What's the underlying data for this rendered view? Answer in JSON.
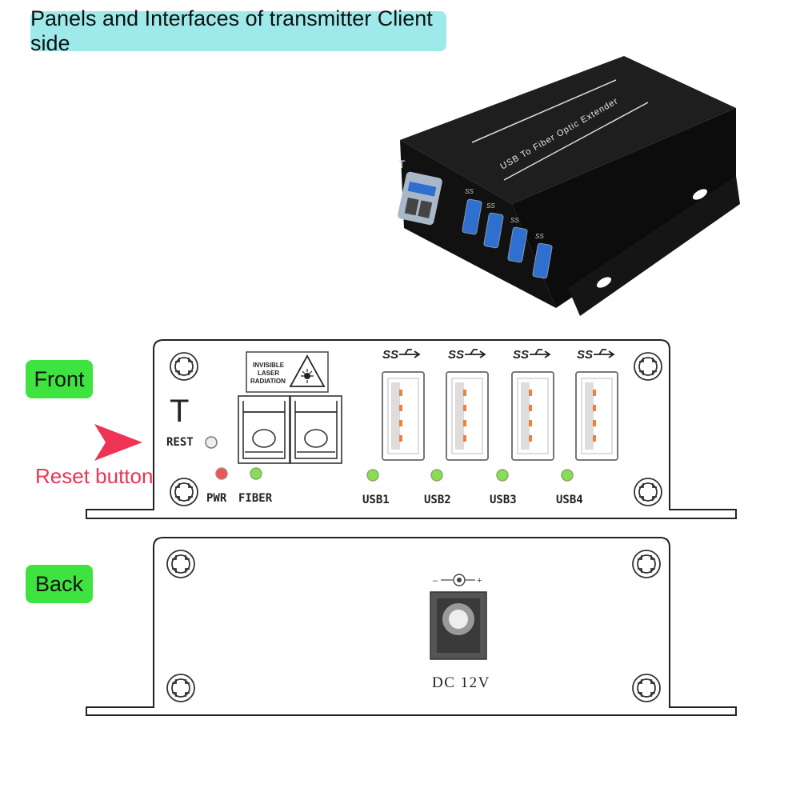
{
  "title": "Panels and Interfaces of transmitter Client side",
  "product_label": "USB To Fiber Optic Extender",
  "front": {
    "tag": "Front",
    "t_mark": "T",
    "rest_label": "REST",
    "laser_warning": [
      "INVISIBLE",
      "LASER",
      "RADIATION"
    ],
    "led_labels": {
      "pwr": "PWR",
      "fiber": "FIBER"
    },
    "usb_logo": "SS",
    "usb_ports": [
      "USB1",
      "USB2",
      "USB3",
      "USB4"
    ]
  },
  "reset_annotation": "Reset button",
  "back": {
    "tag": "Back",
    "polarity_minus": "–",
    "polarity_plus": "+",
    "dc_label": "DC 12V"
  },
  "colors": {
    "banner": "#9eeaea",
    "tag": "#3fe33f",
    "arrow": "#ee3355",
    "led_green": "#88dd55",
    "led_red": "#ee5555",
    "usb_pin": "#e8823a"
  }
}
